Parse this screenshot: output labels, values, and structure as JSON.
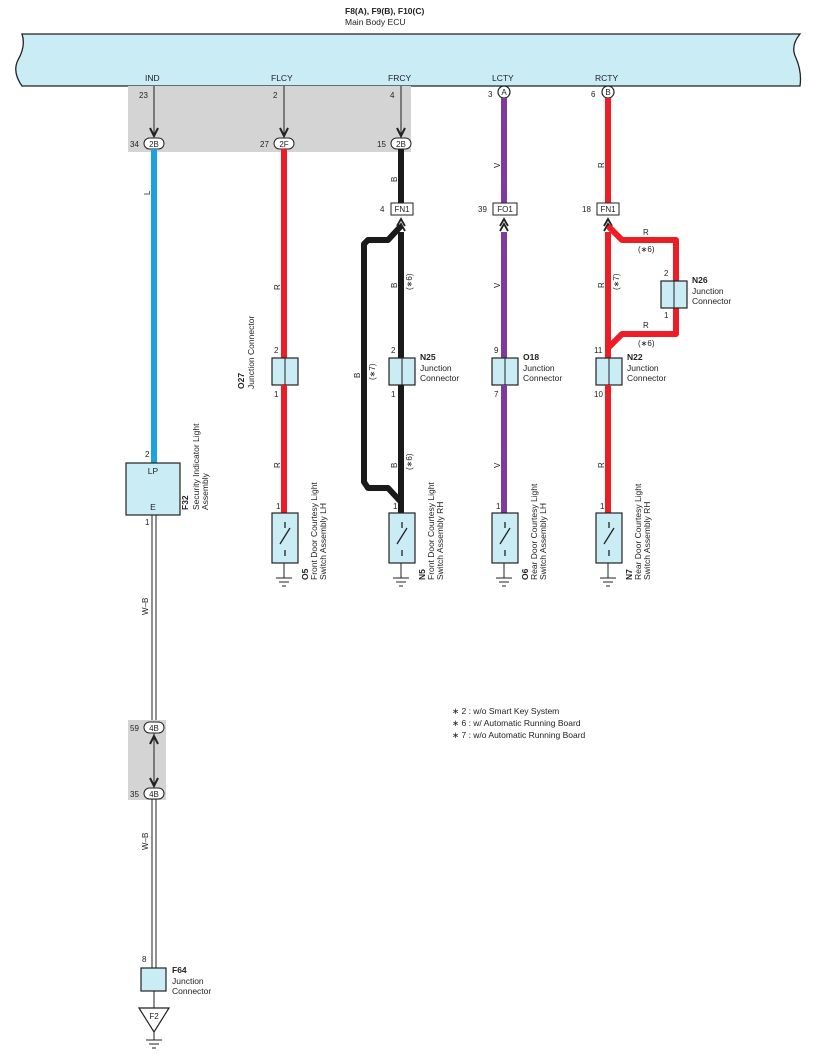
{
  "ecu": {
    "title": "F8(A), F9(B), F10(C)",
    "subtitle": "Main Body ECU",
    "terminals": [
      "IND",
      "FLCY",
      "FRCY",
      "LCTY",
      "RCTY"
    ],
    "pins": [
      "23",
      "2",
      "4",
      "3",
      "6"
    ],
    "conn_letters": [
      "A",
      "B"
    ]
  },
  "joint_2": {
    "pins": [
      "34",
      "27",
      "15"
    ],
    "labels": [
      "2B",
      "2F",
      "2B"
    ]
  },
  "inline_fn": {
    "frcy": {
      "pin": "4",
      "label": "FN1"
    },
    "lcty": {
      "pin": "39",
      "label": "FO1"
    },
    "rcty": {
      "pin": "18",
      "label": "FN1"
    }
  },
  "wire_colors": {
    "ind": "L",
    "flcy_1": "R",
    "flcy_2": "R",
    "frcy_top": "B",
    "frcy_mid": "B",
    "frcy_mid_note": "(∗6)",
    "frcy_bypass": "B",
    "frcy_bypass_note": "(∗7)",
    "frcy_low": "B",
    "frcy_low_note": "(∗6)",
    "lcty_top": "V",
    "lcty_mid": "V",
    "lcty_low": "V",
    "rcty_top": "R",
    "rcty_mid": "R",
    "rcty_mid_note": "(∗7)",
    "rcty_n26_top": "R",
    "rcty_n26_top_note": "(∗6)",
    "rcty_n26_bot": "R",
    "rcty_n26_bot_note": "(∗6)",
    "rcty_low": "R",
    "gnd_1": "W–B",
    "gnd_2": "W–B"
  },
  "components": {
    "o27": {
      "code": "O27",
      "name": "Junction Connector",
      "pin_top": "2",
      "pin_bot": "1"
    },
    "n25": {
      "code": "N25",
      "name1": "Junction",
      "name2": "Connector",
      "pin_top": "2",
      "pin_bot": "1"
    },
    "o18": {
      "code": "O18",
      "name1": "Junction",
      "name2": "Connector",
      "pin_top": "9",
      "pin_bot": "7"
    },
    "n22": {
      "code": "N22",
      "name1": "Junction",
      "name2": "Connector",
      "pin_top": "11",
      "pin_bot": "10"
    },
    "n26": {
      "code": "N26",
      "name1": "Junction",
      "name2": "Connector",
      "pin_top": "2",
      "pin_bot": "1"
    },
    "f32": {
      "code": "F32",
      "name1": "Security Indicator Light",
      "name2": "Assembly",
      "term_top": "LP",
      "term_bot": "E",
      "pin_top": "2",
      "pin_bot": "1"
    },
    "o5": {
      "code": "O5",
      "name1": "Front Door Courtesy Light",
      "name2": "Switch Assembly LH",
      "pin": "1"
    },
    "n5": {
      "code": "N5",
      "name1": "Front Door Courtesy Light",
      "name2": "Switch Assembly RH",
      "pin": "1"
    },
    "o6": {
      "code": "O6",
      "name1": "Rear Door Courtesy Light",
      "name2": "Switch Assembly LH",
      "pin": "1"
    },
    "n7": {
      "code": "N7",
      "name1": "Rear Door Courtesy Light",
      "name2": "Switch Assembly RH",
      "pin": "1"
    },
    "f64": {
      "code": "F64",
      "name1": "Junction",
      "name2": "Connector",
      "pin": "8"
    }
  },
  "joint_4b": {
    "pins": [
      "59",
      "35"
    ],
    "label": "4B"
  },
  "ground_point": "F2",
  "notes": [
    "∗ 2 : w/o Smart Key System",
    "∗ 6 : w/ Automatic Running Board",
    "∗ 7 : w/o Automatic Running Board"
  ],
  "colors": {
    "ecu_fill": "#c9ecf5",
    "component_fill": "#c9ecf5",
    "L": "#1aa3e0",
    "R": "#ee1c25",
    "B": "#1a1a1a",
    "V": "#7d3aa0",
    "grey_box": "#d4d4d4"
  }
}
